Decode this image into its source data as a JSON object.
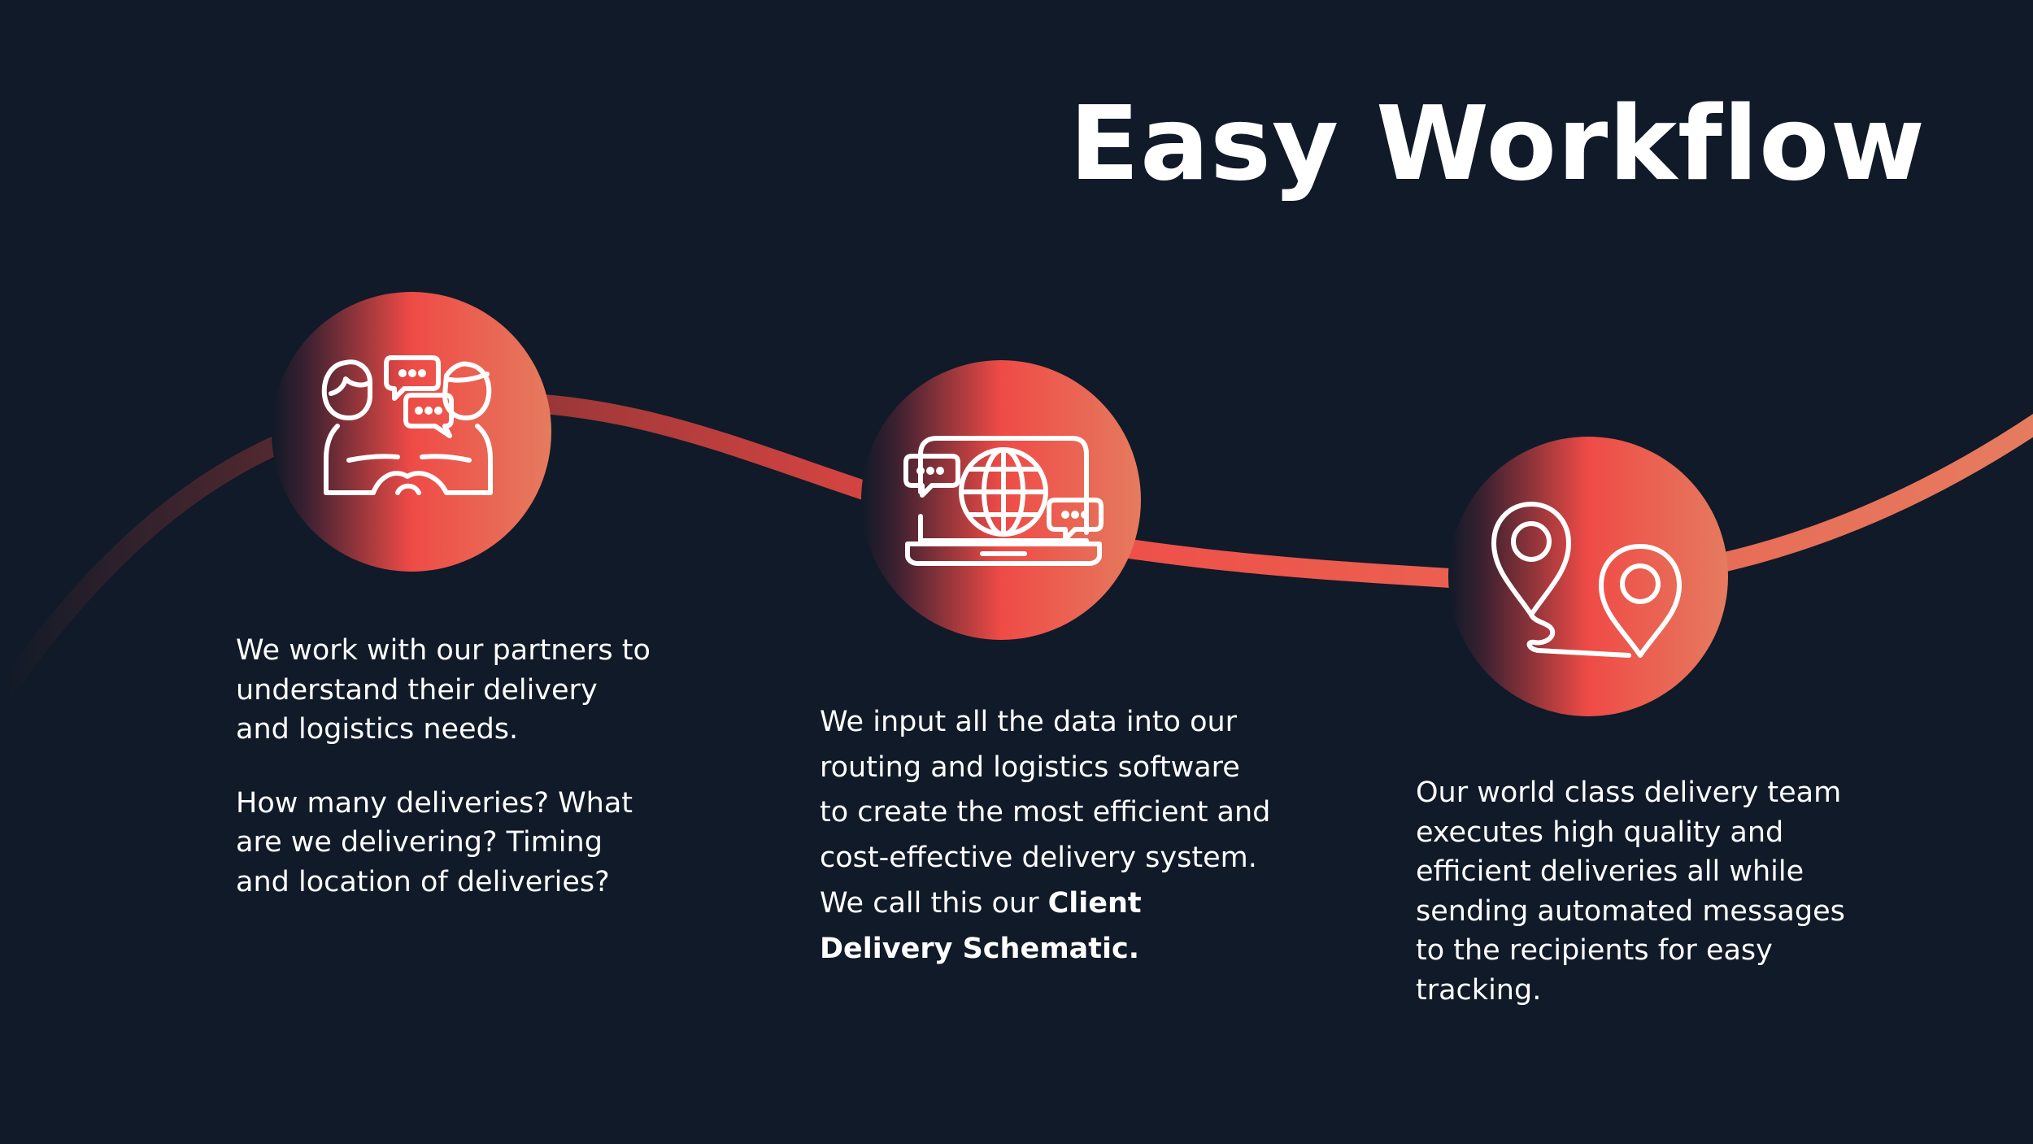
{
  "title": "Easy Workflow",
  "colors": {
    "background": "#101a28",
    "accent_red": "#ef4b46",
    "accent_coral": "#e57b5f",
    "text": "#ffffff"
  },
  "steps": [
    {
      "icon": "partners-conversation-icon",
      "paragraphs": [
        "We work with our partners to understand their delivery and logistics needs.",
        "How many deliveries? What are we delivering? Timing and location of deliveries?"
      ]
    },
    {
      "icon": "laptop-globe-icon",
      "text": "We input all the data into our routing and logistics software to create the most efficient and cost-effective delivery system. We call this our ",
      "bold_text": "Client Delivery Schematic."
    },
    {
      "icon": "route-location-pins-icon",
      "text": "Our world class delivery team executes high quality and efficient deliveries all while sending automated messages to the recipients for easy tracking."
    }
  ]
}
